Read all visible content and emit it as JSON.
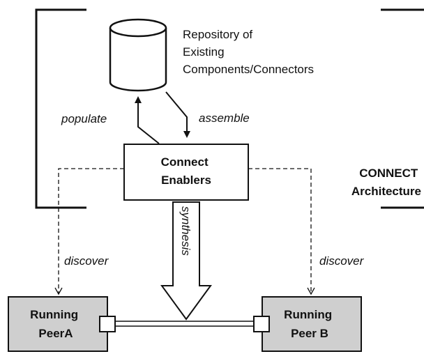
{
  "repository": {
    "label_lines": [
      "Repository of",
      "Existing",
      "Components/Connectors"
    ]
  },
  "enablers": {
    "label_lines": [
      "Connect",
      "Enablers"
    ]
  },
  "architecture": {
    "label_lines": [
      "CONNECT",
      "Architecture"
    ]
  },
  "edges": {
    "populate": "populate",
    "assemble": "assemble",
    "synthesis": "synthesis",
    "discover_left": "discover",
    "discover_right": "discover"
  },
  "peer_a": {
    "label_lines": [
      "Running",
      "PeerA"
    ]
  },
  "peer_b": {
    "label_lines": [
      "Running",
      "Peer B"
    ]
  },
  "colors": {
    "peer_fill": "#cfcfcf",
    "stroke": "#111111",
    "background": "#ffffff"
  }
}
